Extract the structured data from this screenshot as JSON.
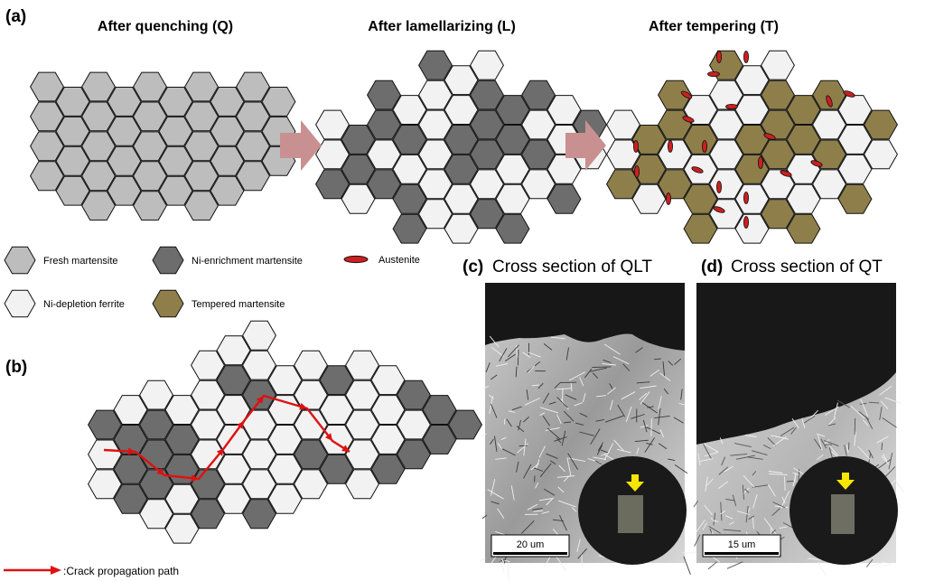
{
  "panel_a": {
    "tag": "(a)",
    "stages": [
      {
        "title": "After quenching (Q)"
      },
      {
        "title": "After lamellarizing (L)"
      },
      {
        "title": "After tempering (T)"
      }
    ],
    "legend": {
      "fresh_martensite": "Fresh martensite",
      "ni_enrichment_martensite": "Ni-enrichment martensite",
      "austenite": "Austenite",
      "ni_depletion_ferrite": "Ni-depletion ferrite",
      "tempered_martensite": "Tempered martensite"
    }
  },
  "panel_b": {
    "tag": "(b)",
    "crack_label": ":Crack propagation path"
  },
  "panel_c": {
    "tag": "(c)",
    "title": "Cross section of QLT",
    "scale_bar": "20 um"
  },
  "panel_d": {
    "tag": "(d)",
    "title": "Cross section of QT",
    "scale_bar": "15 um"
  },
  "colors": {
    "fresh_martensite": "#bdbdbd",
    "ni_enrichment_martensite": "#6d6d6d",
    "ni_depletion_ferrite": "#f2f2f2",
    "tempered_martensite": "#8e7f4a",
    "austenite": "#cc1f1f",
    "process_arrow": "#c89090",
    "crack_path": "#e01010",
    "marker_arrow": "#f6e600"
  }
}
